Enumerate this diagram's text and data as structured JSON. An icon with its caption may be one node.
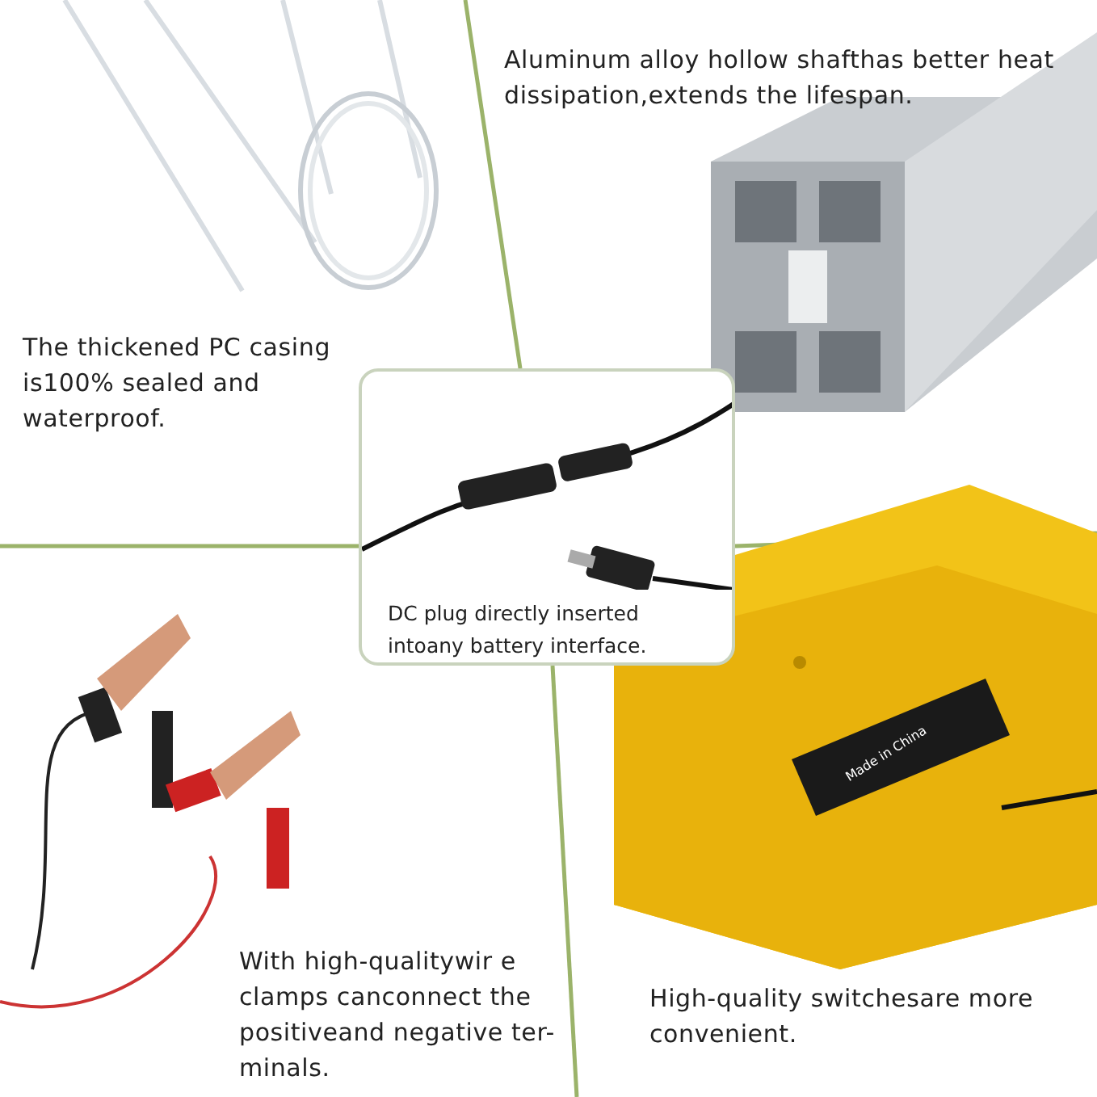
{
  "diagram": {
    "nodes": [
      {
        "text": [
          "DC plug directly inserted intoany battery interface."
        ]
      }
    ],
    "labels": [
      "Aluminum alloy hollow shafthas better heat dissipation,extends the lifespan.",
      "The thickened PC casing is100% sealed and waterproof.",
      "With high-qualitywir e clamps canconnect the positiveand negative ter- minals.",
      "High-quality switchesare more convenient.",
      "Made in China"
    ]
  }
}
